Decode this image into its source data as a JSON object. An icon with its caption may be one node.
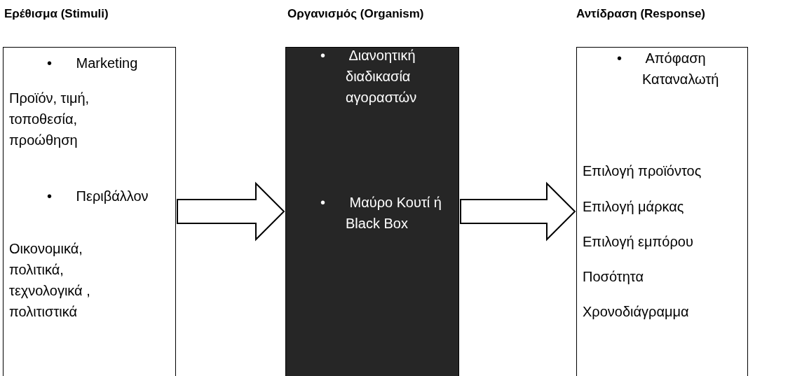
{
  "diagram": {
    "nodes": [
      {
        "text": [
          "Ερέθισμα (Stimuli)",
          "• Marketing",
          "Προϊόν, τιμή, τοποθεσία, προώθηση",
          "• Περιβάλλον",
          "Οικονομικά, πολιτικά, τεχνολογικά , πολιτιστικά"
        ]
      },
      {
        "text": [
          "Οργανισμός (Organism)",
          "• Διανοητική διαδικασία αγοραστών",
          "• Μαύρο Κουτί ή Black Box"
        ]
      },
      {
        "text": [
          "Αντίδραση (Response)",
          "• Απόφαση Καταναλωτή",
          "Επιλογή προϊόντος",
          "Επιλογή μάρκας",
          "Επιλογή εμπόρου",
          "Ποσότητα",
          "Χρονοδιάγραμμα"
        ]
      }
    ],
    "edges": [
      {
        "from": 0,
        "to": 1,
        "arrow": "to"
      },
      {
        "from": 1,
        "to": 2,
        "arrow": "to"
      }
    ]
  }
}
